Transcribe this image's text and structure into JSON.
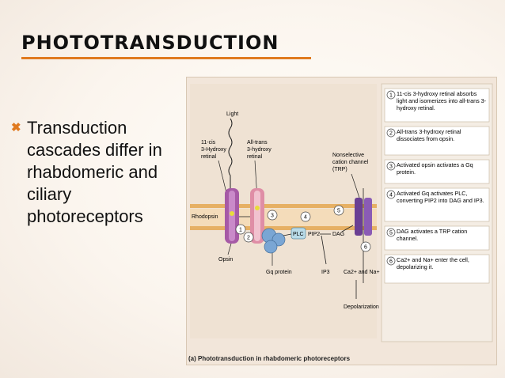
{
  "slide": {
    "title": "PHOTOTRANSDUCTION",
    "bullet": "Transduction cascades differ in rhabdomeric and ciliary photoreceptors"
  },
  "figure": {
    "labels": {
      "light": "Light",
      "cis_retinal_1": "11-cis",
      "cis_retinal_2": "3-Hydroxy",
      "cis_retinal_3": "retinal",
      "trans_retinal_1": "All-trans",
      "trans_retinal_2": "3-hydroxy",
      "trans_retinal_3": "retinal",
      "channel_1": "Nonselective",
      "channel_2": "cation channel",
      "channel_3": "(TRP)",
      "rhodopsin": "Rhodopsin",
      "opsin": "Opsin",
      "gq_protein": "Gq protein",
      "plc": "PLC",
      "pip2": "PIP2",
      "dag": "DAG",
      "ip3": "IP3",
      "ions": "Ca2+ and Na+",
      "depolarization": "Depolarization"
    },
    "steps": [
      {
        "num": "1",
        "text": "11-cis 3-hydroxy retinal absorbs light and isomerizes into all-trans 3-hydroxy retinal."
      },
      {
        "num": "2",
        "text": "All-trans 3-hydroxy retinal dissociates from opsin."
      },
      {
        "num": "3",
        "text": "Activated opsin activates a Gq protein."
      },
      {
        "num": "4",
        "text": "Activated Gq activates PLC, converting PIP2 into DAG and IP3."
      },
      {
        "num": "5",
        "text": "DAG activates a TRP cation channel."
      },
      {
        "num": "6",
        "text": "Ca2+ and Na+ enter the cell, depolarizing it."
      }
    ],
    "caption": "(a) Phototransduction in rhabdomeric photoreceptors"
  },
  "colors": {
    "accent": "#e07a1f",
    "membrane": "#e8b56a",
    "rhodopsin": "#9a4f9a",
    "opsin_active": "#e9a0b4",
    "gprotein": "#6c9ccc",
    "channel": "#6a3f93"
  }
}
